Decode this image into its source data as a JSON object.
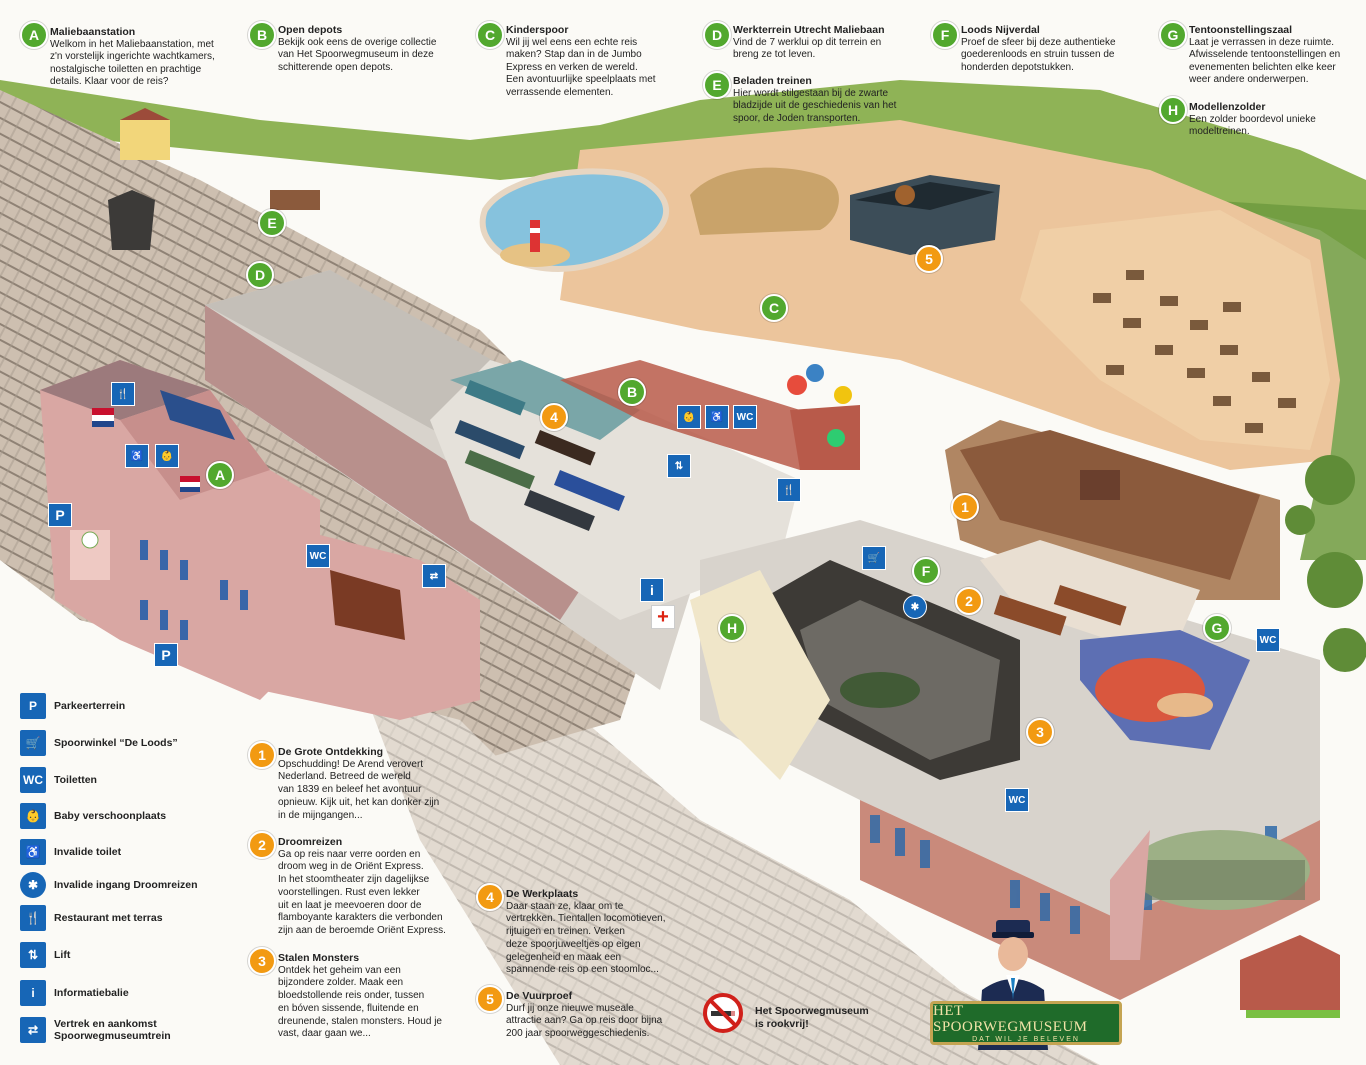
{
  "attractions_top": [
    {
      "letter": "A",
      "title": "Maliebaanstation",
      "body": [
        "Welkom in het Maliebaanstation, met",
        "z'n vorstelijk ingerichte wachtkamers,",
        "nostalgische toiletten en prachtige",
        "details. Klaar voor de reis?"
      ]
    },
    {
      "letter": "B",
      "title": "Open depots",
      "body": [
        "Bekijk ook eens de overige collectie",
        "van Het Spoorwegmuseum in deze",
        "schitterende open depots."
      ]
    },
    {
      "letter": "C",
      "title": "Kinderspoor",
      "body": [
        "Wil jij wel eens een echte reis",
        "maken? Stap dan in de Jumbo",
        "Express en verken de wereld.",
        "Een avontuurlijke speelplaats met",
        "verrassende elementen."
      ]
    },
    {
      "letter": "D",
      "title": "Werkterrein Utrecht Maliebaan",
      "body": [
        "Vind de 7 werklui op dit terrein en",
        "breng ze tot leven."
      ]
    },
    {
      "letter": "E",
      "title": "Beladen treinen",
      "body": [
        "Hier wordt stilgestaan bij de zwarte",
        "bladzijde uit de geschiedenis van het",
        "spoor, de Joden transporten."
      ]
    },
    {
      "letter": "F",
      "title": "Loods Nijverdal",
      "body": [
        "Proef de sfeer bij deze authentieke",
        "goederenloods en struin tussen de",
        "honderden depotstukken."
      ]
    },
    {
      "letter": "G",
      "title": "Tentoonstellingszaal",
      "body": [
        "Laat je verrassen in deze ruimte.",
        "Afwisselende tentoonstellingen en",
        "evenementen belichten elke keer",
        "weer andere onderwerpen."
      ]
    },
    {
      "letter": "H",
      "title": "Modellenzolder",
      "body": [
        "Een zolder boordevol unieke",
        "modeltreinen."
      ]
    }
  ],
  "symbols": [
    {
      "icon": "P",
      "label": "Parkeerterrein"
    },
    {
      "icon": "🛒",
      "label": "Spoorwinkel “De Loods”"
    },
    {
      "icon": "WC",
      "label": "Toiletten"
    },
    {
      "icon": "👶",
      "label": "Baby verschoonplaats"
    },
    {
      "icon": "♿",
      "label": "Invalide toilet"
    },
    {
      "icon": "✱",
      "label": "Invalide ingang Droomreizen"
    },
    {
      "icon": "🍴",
      "label": "Restaurant met terras"
    },
    {
      "icon": "⇅",
      "label": "Lift"
    },
    {
      "icon": "i",
      "label": "Informatiebalie"
    },
    {
      "icon": "⇄",
      "label": "Vertrek en aankomst\nSpoorwegmuseumtrein"
    }
  ],
  "attractions_numbered": [
    {
      "num": "1",
      "title": "De Grote Ontdekking",
      "body": [
        "Opschudding! De Arend verovert",
        "Nederland. Betreed de wereld",
        "van 1839 en beleef het avontuur",
        "opnieuw. Kijk uit, het kan donker zijn",
        "in de mijngangen..."
      ]
    },
    {
      "num": "2",
      "title": "Droomreizen",
      "body": [
        "Ga op reis naar verre oorden en",
        "droom weg in de Oriënt Express.",
        "In het stoomtheater zijn dagelijkse",
        "voorstellingen. Rust even lekker",
        "uit en laat je meevoeren door de",
        "flamboyante karakters die verbonden",
        "zijn aan de beroemde Oriënt Express."
      ]
    },
    {
      "num": "3",
      "title": "Stalen Monsters",
      "body": [
        "Ontdek het geheim van een",
        "bijzondere zolder. Maak een",
        "bloedstollende reis onder, tussen",
        "en bóven sissende, fluitende en",
        "dreunende, stalen monsters. Houd je",
        "vast, daar gaan we..."
      ]
    },
    {
      "num": "4",
      "title": "De Werkplaats",
      "body": [
        "Daar staan ze, klaar om te",
        "vertrekken. Tientallen locomotieven,",
        "rijtuigen en treinen. Verken",
        "deze spoorjuweeltjes op eigen",
        "gelegenheid en maak een",
        "spannende reis op een stoomloc..."
      ]
    },
    {
      "num": "5",
      "title": "De Vuurproef",
      "body": [
        "Durf jij onze nieuwe museale",
        "attractie aan? Ga op reis door bijna",
        "200 jaar spoorweggeschiedenis."
      ]
    }
  ],
  "no_smoking": [
    "Het Spoorwegmuseum",
    "is rookvrij!"
  ],
  "logo": {
    "name": "HET SPOORWEGMUSEUM",
    "tagline": "DAT WIL JE BELEVEN"
  },
  "map_icons": {
    "wc": "WC",
    "parking": "P",
    "info": "i"
  },
  "colors": {
    "green_badge": "#52a82e",
    "orange_badge": "#f29a12",
    "icon_blue": "#1766b6",
    "station_pink": "#d9a7a3",
    "sand": "#ecc59c"
  }
}
